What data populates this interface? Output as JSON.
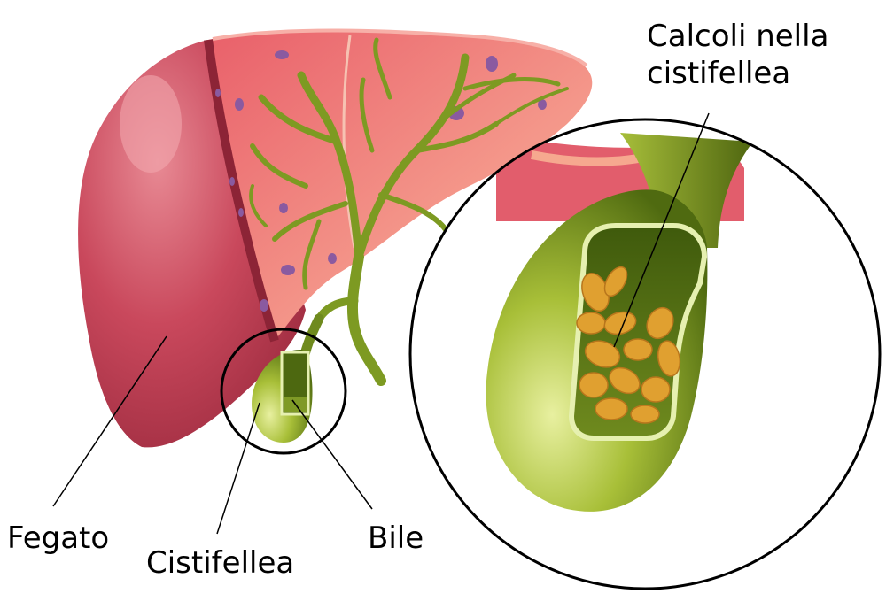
{
  "labels": {
    "fegato": "Fegato",
    "cistifellea": "Cistifellea",
    "bile": "Bile",
    "calcoli_line1": "Calcoli nella",
    "calcoli_line2": "cistifellea"
  },
  "colors": {
    "liver_dark": "#b63a4f",
    "liver_light": "#e87a86",
    "liver_cut": "#f28c84",
    "bile_ducts": "#7d9a22",
    "gallbladder": "#8ca32c",
    "gallstones": "#e0a030",
    "outline": "#000000"
  }
}
